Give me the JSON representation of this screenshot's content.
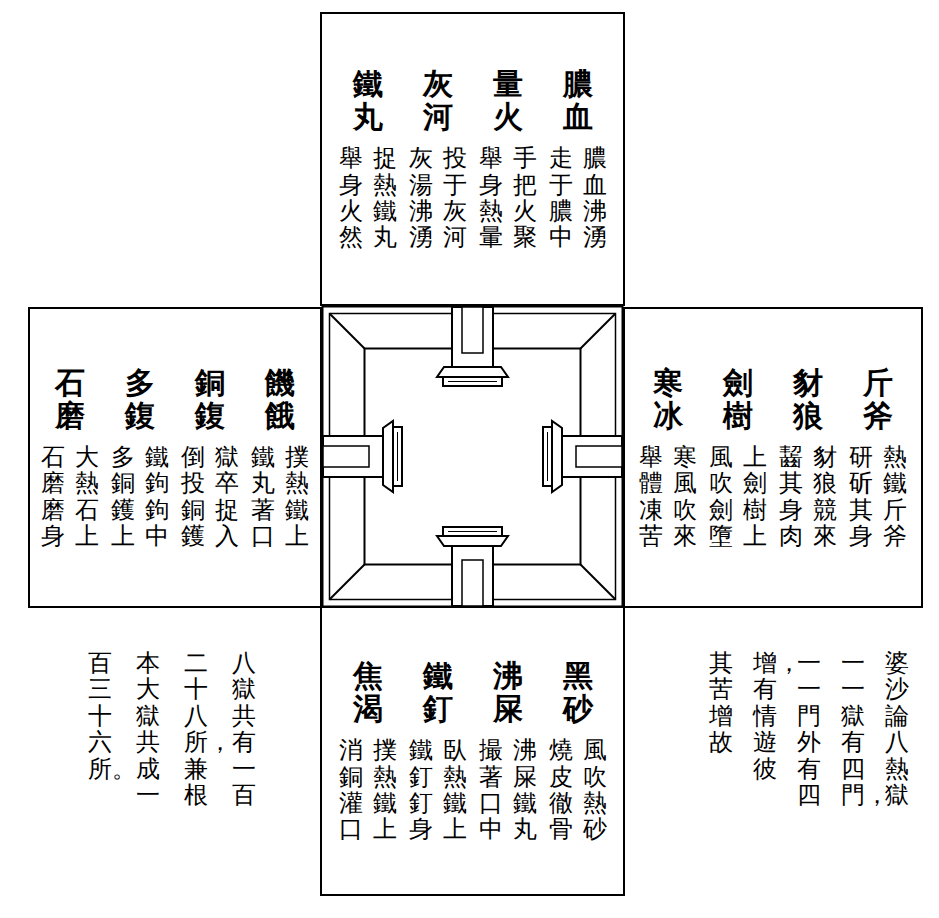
{
  "diagram": {
    "nodes": [
      {
        "text": [
          "膿血",
          "膿血沸湧",
          "走于膿中",
          "量火",
          "手把火聚",
          "舉身熱暈",
          "灰河",
          "投于灰河",
          "灰湯沸湧",
          "鐵丸",
          "捉熱鐵丸",
          "舉身火然"
        ]
      },
      {
        "text": [
          "饑餓",
          "撲熱鐵上",
          "鐵丸著口",
          "銅鍑",
          "獄卒捉入",
          "倒投銅鑊",
          "多鍑",
          "鐵鉤鉤中",
          "多銅鑊上",
          "石磨",
          "大熱石上",
          "石磨磨身"
        ]
      },
      {
        "text": [
          "斤斧",
          "熱鐵斤斧",
          "研斫其身",
          "豺狼",
          "豺狼競來",
          "齧其身肉",
          "劍樹",
          "上劍樹上",
          "風吹劍墮",
          "寒冰",
          "寒風吹來",
          "舉體凍苦"
        ]
      },
      {
        "text": [
          "黑砂",
          "風吹熱砂",
          "燒皮徹骨",
          "沸屎",
          "沸屎鐵丸",
          "撮著口中",
          "鐵釘",
          "臥熱鐵上",
          "鐵釘釘身",
          "焦渴",
          "撲熱鐵上",
          "消銅灌口"
        ]
      }
    ],
    "labels": [
      "婆沙論八熱獄",
      "一一獄有四門，",
      "一一門外有四",
      "增，有情遊彼",
      "其苦增故",
      "八獄共有一百",
      "二十八所，兼根",
      "本大獄共成一",
      "百三十六所。"
    ]
  }
}
